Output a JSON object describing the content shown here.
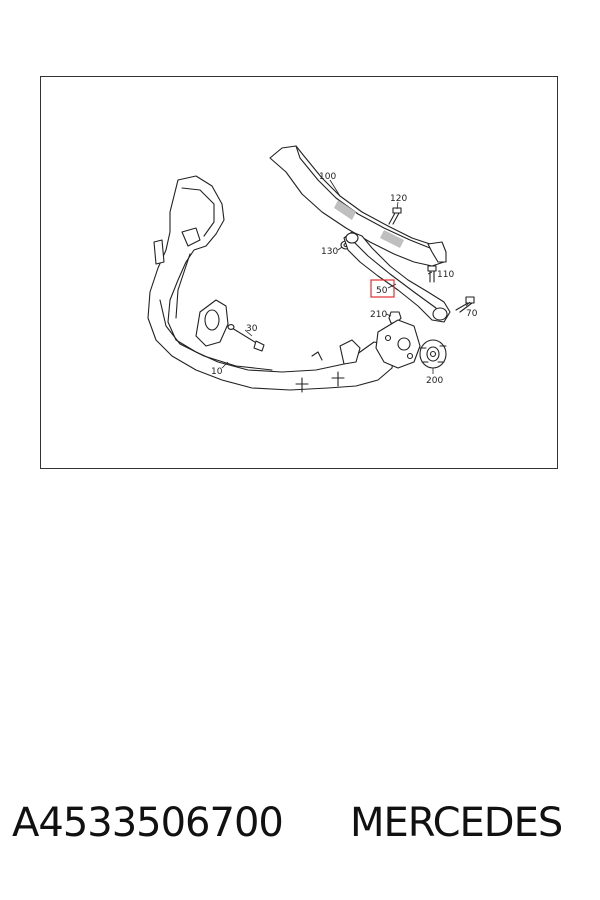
{
  "diagram": {
    "callouts": {
      "c100": "100",
      "c120": "120",
      "c130": "130",
      "c110": "110",
      "c50": "50",
      "c210": "210",
      "c70": "70",
      "c30": "30",
      "c10": "10",
      "c200": "200"
    },
    "highlighted_callout": "50",
    "highlight_color": "#e03030"
  },
  "footer": {
    "part_number": "A4533506700",
    "brand": "MERCEDES"
  }
}
